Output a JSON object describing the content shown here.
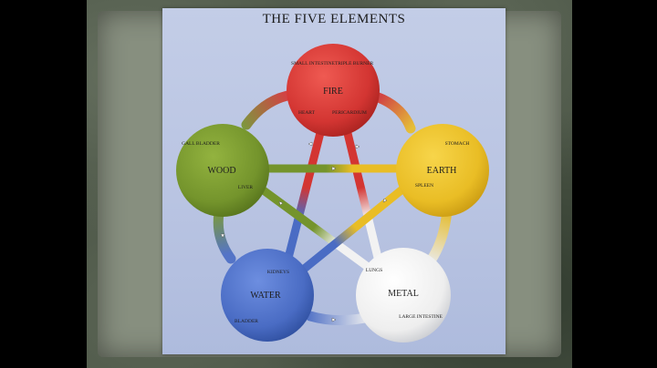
{
  "title": "THE FIVE ELEMENTS",
  "elements": [
    {
      "name": "FIRE",
      "color": "#d93a36",
      "organs": [
        "SMALL INTESTINE",
        "TRIPLE BURNER",
        "HEART",
        "PERICARDIUM"
      ]
    },
    {
      "name": "EARTH",
      "color": "#ecc12a",
      "organs": [
        "STOMACH",
        "SPLEEN"
      ]
    },
    {
      "name": "METAL",
      "color": "#f2f2f2",
      "organs": [
        "LUNGS",
        "LARGE INTESTINE"
      ]
    },
    {
      "name": "WATER",
      "color": "#4e72c9",
      "organs": [
        "KIDNEYS",
        "BLADDER"
      ]
    },
    {
      "name": "WOOD",
      "color": "#7a9a30",
      "organs": [
        "GALL BLADDER",
        "LIVER"
      ]
    }
  ],
  "colors": {
    "poster_background": "#bcc6e3",
    "frame": "#4b5546",
    "page_background": "#000000"
  }
}
